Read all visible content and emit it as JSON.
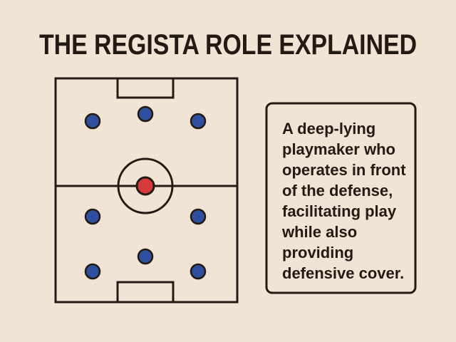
{
  "title": "THE REGISTA ROLE EXPLAINED",
  "description_lines": [
    "A deep-lying",
    "playmaker who",
    "operates in front",
    "of the defense,",
    "facilitating play",
    "while also",
    "providing",
    "defensive cover."
  ],
  "colors": {
    "background": "#f2e4d4",
    "ink": "#231a14",
    "regista": "#d63a3a",
    "teammates": "#2d4f9e"
  }
}
